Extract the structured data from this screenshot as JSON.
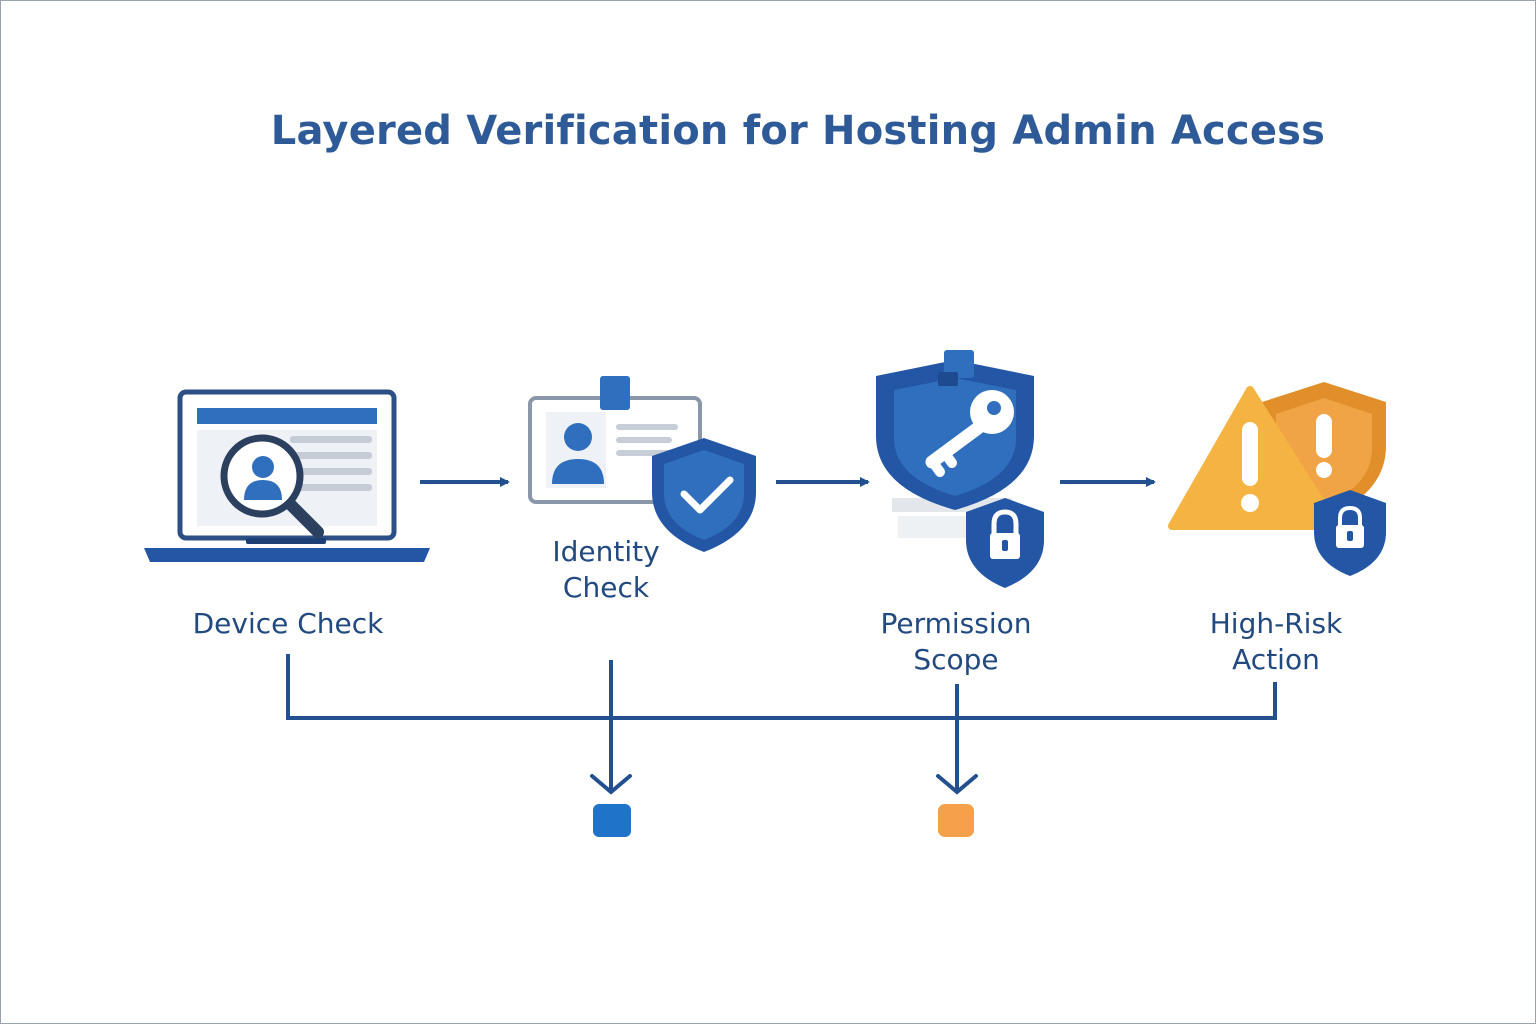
{
  "title": "Layered Verification for Hosting Admin Access",
  "steps": [
    {
      "lines": [
        "Device Check"
      ],
      "icon": "laptop-search-icon"
    },
    {
      "lines": [
        "Identity",
        "Check"
      ],
      "icon": "id-card-shield-icon"
    },
    {
      "lines": [
        "Permission",
        "Scope"
      ],
      "icon": "shield-key-icon"
    },
    {
      "lines": [
        "High-Risk",
        "Action"
      ],
      "icon": "warning-shield-icon"
    }
  ],
  "outcomes": [
    {
      "color": "#1f74c9"
    },
    {
      "color": "#f5a04a"
    }
  ],
  "colors": {
    "primary": "#2e5a97",
    "dark": "#1f4583",
    "accent": "#2f6fbd",
    "warning": "#f5b342",
    "warning_dark": "#e08f2a",
    "connector": "#23508f"
  }
}
